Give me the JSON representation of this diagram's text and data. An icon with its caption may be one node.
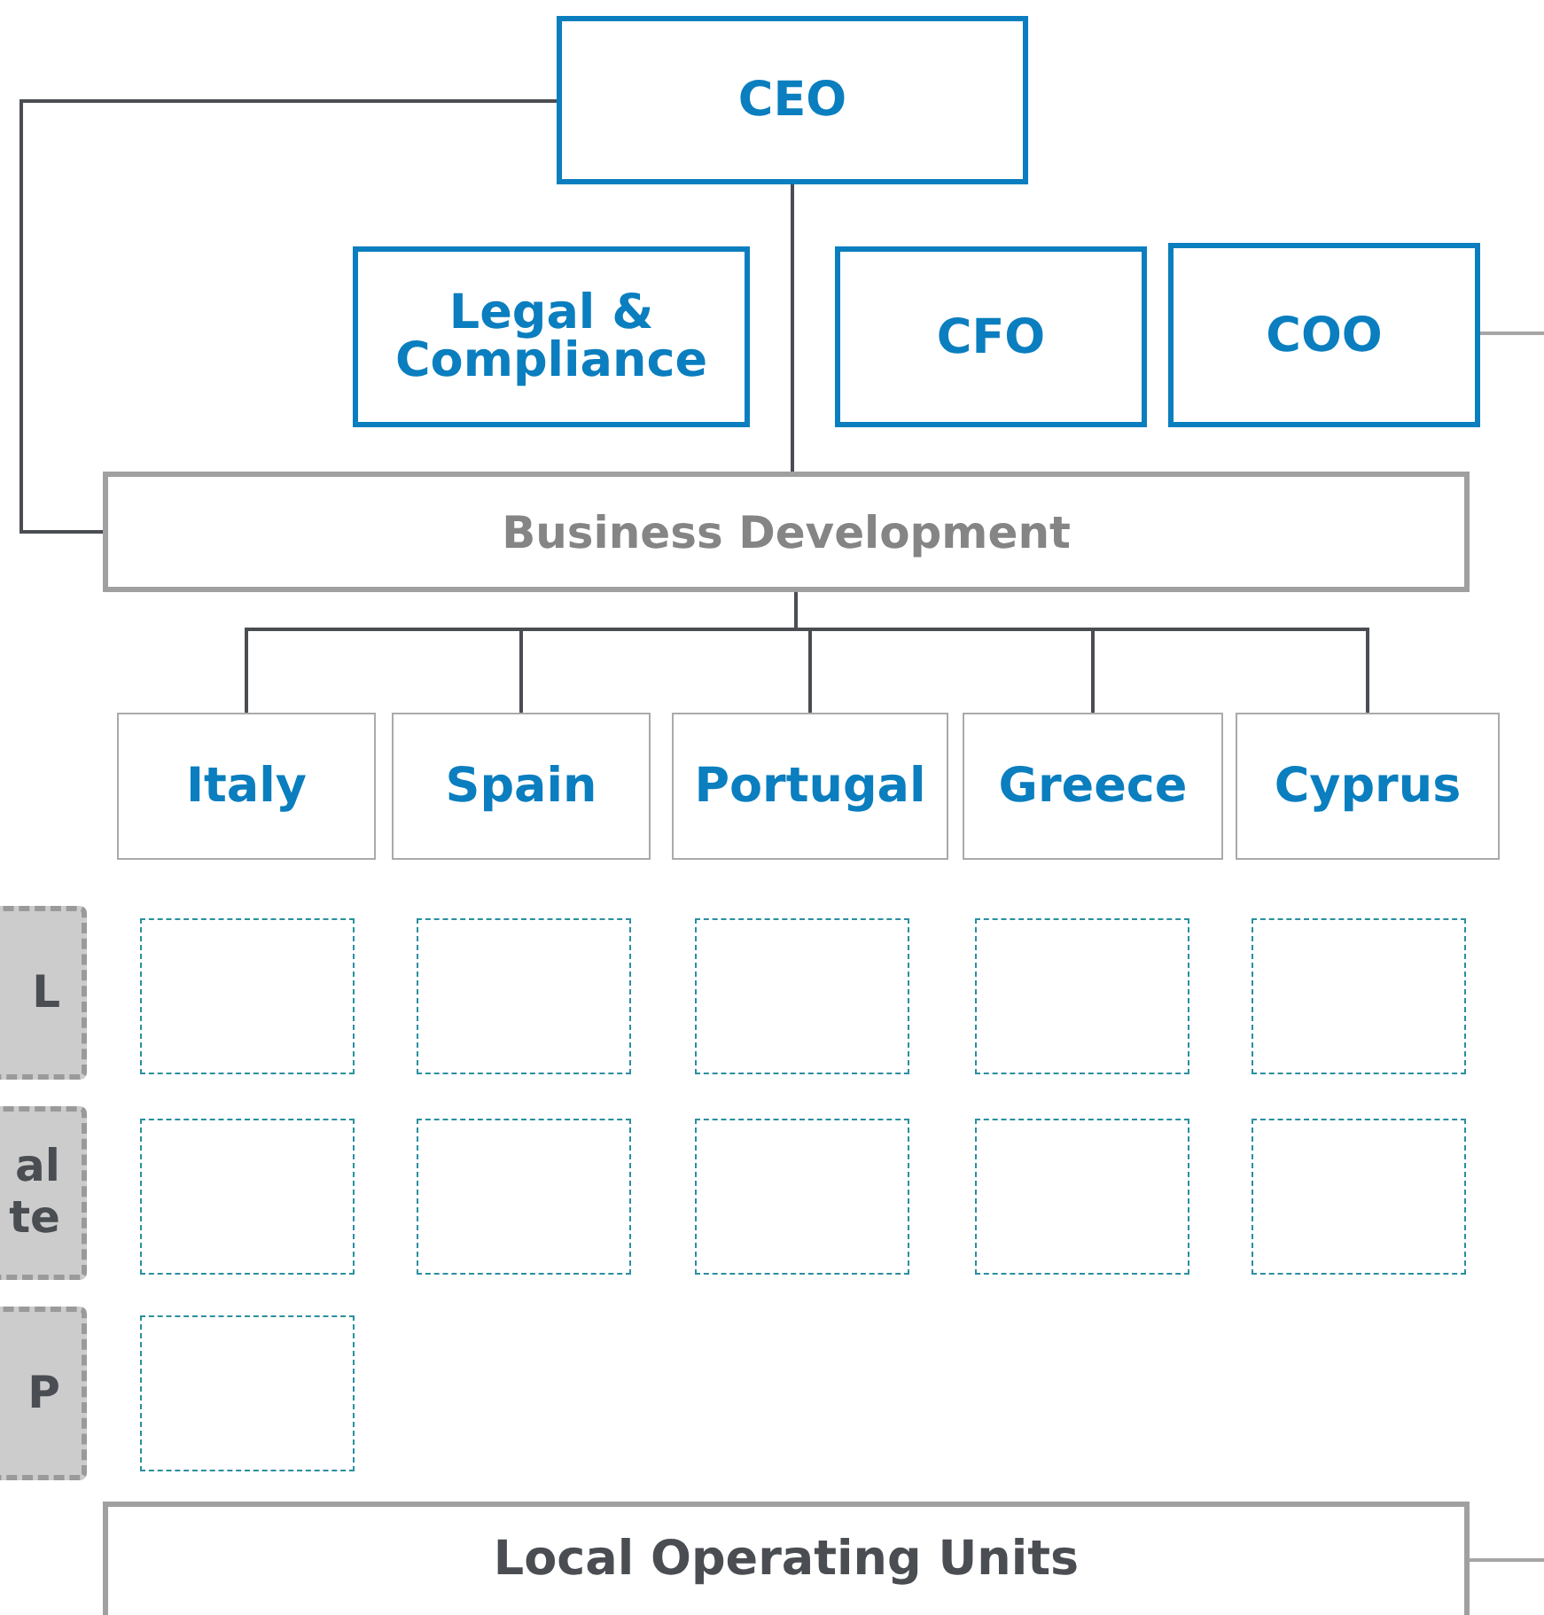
{
  "diagram": {
    "nodes": [
      {
        "text": [
          "CEO"
        ]
      },
      {
        "text": [
          "Legal & Compliance"
        ]
      },
      {
        "text": [
          "CFO"
        ]
      },
      {
        "text": [
          "COO"
        ]
      },
      {
        "text": [
          "Business Development"
        ]
      },
      {
        "text": [
          "Italy"
        ]
      },
      {
        "text": [
          "Spain"
        ]
      },
      {
        "text": [
          "Portugal"
        ]
      },
      {
        "text": [
          "Greece"
        ]
      },
      {
        "text": [
          "Cyprus"
        ]
      },
      {
        "text": [
          "L"
        ]
      },
      {
        "text": [
          "al te"
        ]
      },
      {
        "text": [
          "P"
        ]
      },
      {
        "text": [],
        "shape": "box"
      },
      {
        "text": [],
        "shape": "box"
      },
      {
        "text": [],
        "shape": "box"
      },
      {
        "text": [],
        "shape": "box"
      },
      {
        "text": [],
        "shape": "box"
      },
      {
        "text": [],
        "shape": "box"
      },
      {
        "text": [],
        "shape": "box"
      },
      {
        "text": [],
        "shape": "box"
      },
      {
        "text": [],
        "shape": "box"
      },
      {
        "text": [],
        "shape": "box"
      },
      {
        "text": [],
        "shape": "box"
      },
      {
        "text": [
          "Local Operating Units"
        ]
      }
    ],
    "edges": [
      {
        "from": 0,
        "to": 4,
        "arrow": "none"
      },
      {
        "from": 0,
        "to": 4,
        "arrow": "none"
      },
      {
        "from": 4,
        "to": 5,
        "arrow": "none"
      },
      {
        "from": 4,
        "to": 6,
        "arrow": "none"
      },
      {
        "from": 4,
        "to": 7,
        "arrow": "none"
      },
      {
        "from": 4,
        "to": 8,
        "arrow": "none"
      },
      {
        "from": 4,
        "to": 9,
        "arrow": "none"
      },
      {
        "from": 3,
        "to": null,
        "arrow": "none",
        "color": "#a6a6a6"
      },
      {
        "from": 24,
        "to": null,
        "arrow": "none",
        "color": "#a6a6a6"
      }
    ]
  }
}
